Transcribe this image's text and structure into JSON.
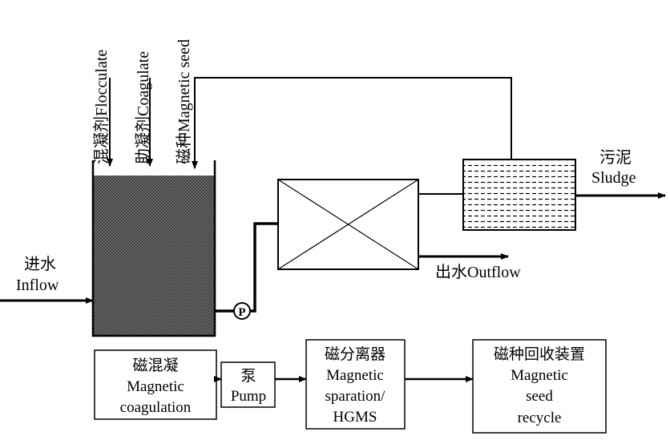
{
  "inputs": {
    "flocculant": "混凝剂Flocculate",
    "coagulant": "助凝剂Coagulate",
    "magnetic_seed": "磁种Magnetic seed"
  },
  "inflow": {
    "cn": "进水",
    "en": "Inflow"
  },
  "outflow": "出水Outflow",
  "sludge": {
    "cn": "污泥",
    "en": "Sludge"
  },
  "pump_symbol": "P",
  "flow_steps": [
    {
      "lines": [
        "磁混凝",
        "Magnetic",
        "coagulation"
      ]
    },
    {
      "lines": [
        "泵",
        "Pump"
      ]
    },
    {
      "lines": [
        "磁分离器",
        "Magnetic",
        "sparation/",
        "HGMS"
      ]
    },
    {
      "lines": [
        "磁种回收装置",
        "Magnetic",
        "seed",
        "recycle"
      ]
    }
  ],
  "colors": {
    "line": "#000000",
    "fill_tank": "#555555",
    "background": "#ffffff"
  }
}
